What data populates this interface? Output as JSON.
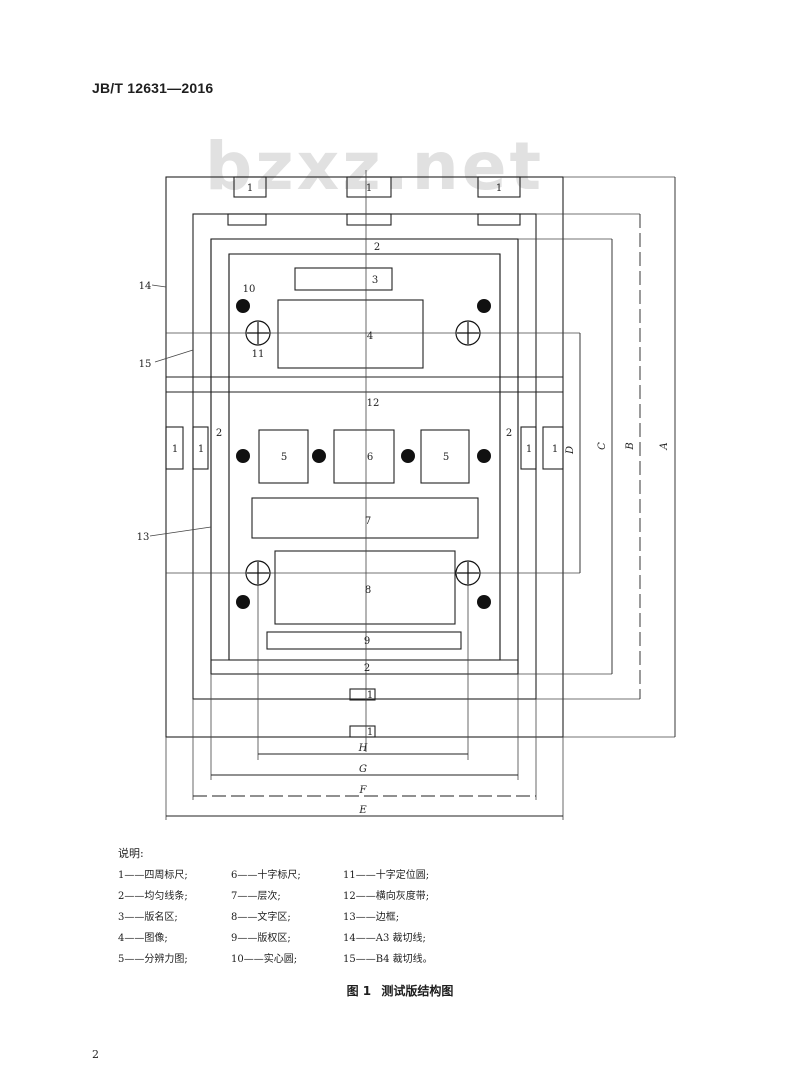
{
  "header": "JB/T 12631—2016",
  "watermark": "bzxz.net",
  "diagram": {
    "labels": {
      "n1": "1",
      "n2": "2",
      "n3": "3",
      "n4": "4",
      "n5": "5",
      "n6": "6",
      "n7": "7",
      "n8": "8",
      "n9": "9",
      "n10": "10",
      "n11": "11",
      "n12": "12",
      "n13": "13",
      "n14": "14",
      "n15": "15"
    },
    "dims": {
      "A": "A",
      "B": "B",
      "C": "C",
      "D": "D",
      "E": "E",
      "F": "F",
      "G": "G",
      "H": "H"
    }
  },
  "legend": {
    "title": "说明:",
    "rows": [
      [
        "1——四周标尺;",
        "6——十字标尺;",
        "11——十字定位圆;"
      ],
      [
        "2——均匀线条;",
        "7——层次;",
        "12——横向灰度带;"
      ],
      [
        "3——版名区;",
        "8——文字区;",
        "13——边框;"
      ],
      [
        "4——图像;",
        "9——版权区;",
        "14——A3 裁切线;"
      ],
      [
        "5——分辨力图;",
        "10——实心圆;",
        "15——B4 裁切线。"
      ]
    ]
  },
  "caption": {
    "number": "图 1",
    "title": "测试版结构图"
  },
  "page_number": "2"
}
